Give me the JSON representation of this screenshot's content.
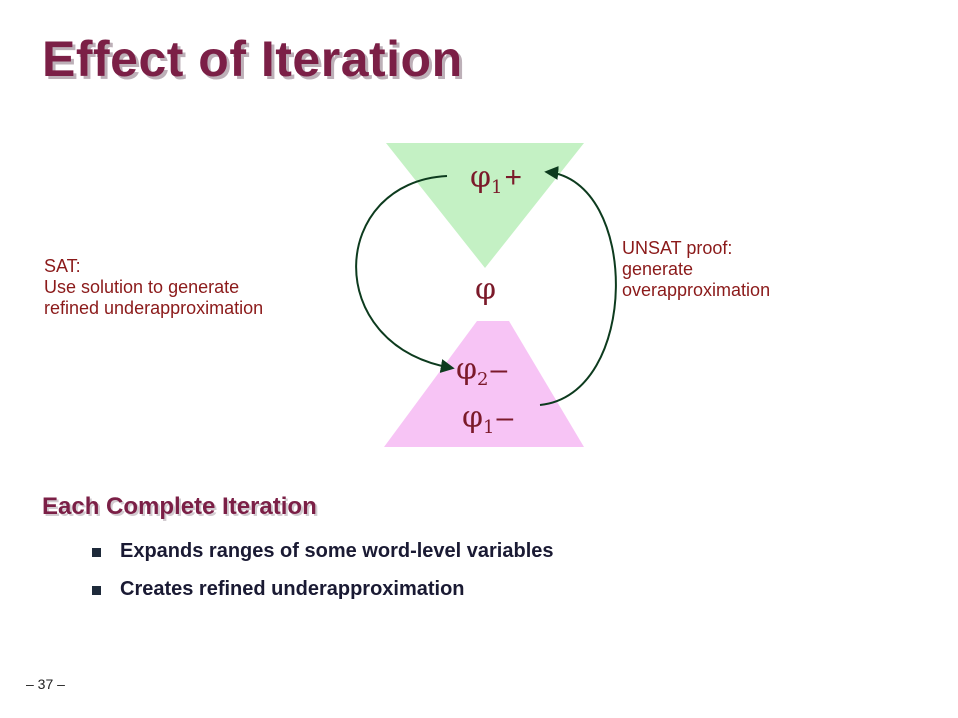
{
  "slide": {
    "title": "Effect of Iteration",
    "page_number": "– 37 –"
  },
  "diagram": {
    "colors": {
      "upper_triangle": "#c4f1c4",
      "lower_triangle": "#f7c4f5",
      "arrow": "#0d3b1e",
      "note_text": "#8b1a1a",
      "symbol_text": "#7b1a2a"
    },
    "phi": "φ",
    "phi1_plus": {
      "base": "φ",
      "sub": "1",
      "op": "+"
    },
    "phi2_minus": {
      "base": "φ",
      "sub": "2",
      "op": "–"
    },
    "phi1_minus": {
      "base": "φ",
      "sub": "1",
      "op": "–"
    },
    "sat_note": {
      "line1": "SAT:",
      "line2": "Use solution to generate",
      "line3": "refined underapproximation"
    },
    "unsat_note": {
      "line1": "UNSAT proof:",
      "line2": "generate",
      "line3": "overapproximation"
    }
  },
  "iteration": {
    "heading": "Each Complete Iteration",
    "bullets": [
      "Expands ranges of some word-level variables",
      "Creates refined underapproximation"
    ]
  }
}
